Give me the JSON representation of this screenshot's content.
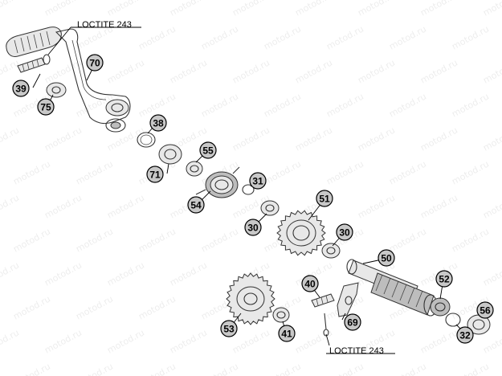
{
  "notes": {
    "top": "LOCTITE 243",
    "bottom": "LOCTITE 243"
  },
  "watermark": "motod.ru",
  "callouts": [
    "39",
    "75",
    "70",
    "38",
    "71",
    "55",
    "54",
    "31",
    "30",
    "51",
    "30",
    "50",
    "40",
    "52",
    "53",
    "41",
    "69",
    "32",
    "56"
  ],
  "colors": {
    "badge_fill": "#c8c8c8",
    "line": "#333333"
  }
}
